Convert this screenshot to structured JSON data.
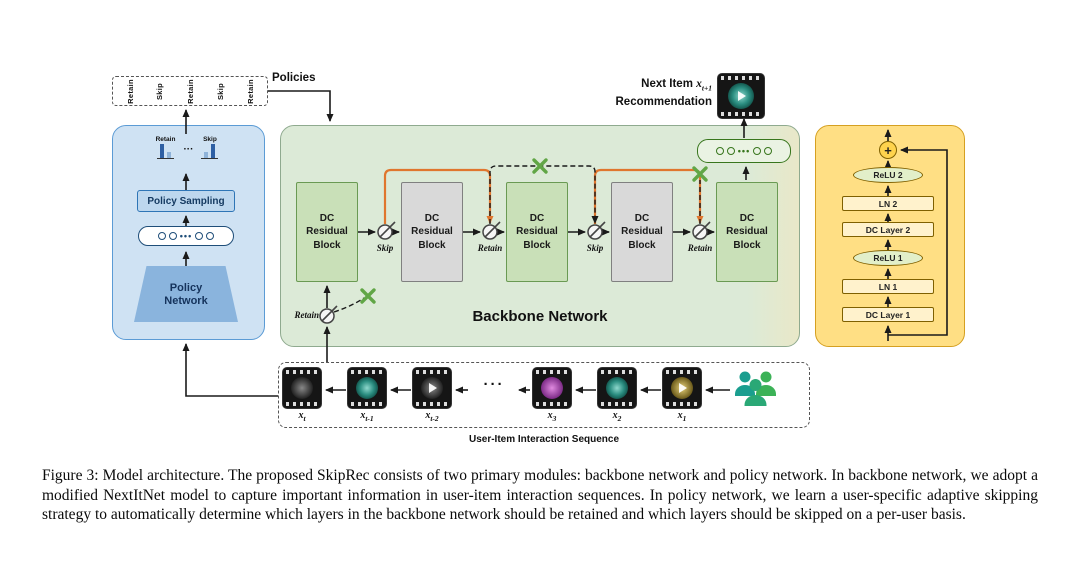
{
  "policies": {
    "title": "Policies",
    "labels": [
      "Retain",
      "Skip",
      "Retain",
      "Skip",
      "Retain"
    ]
  },
  "policy_module": {
    "chart_left_label": "Retain",
    "chart_right_label": "Skip",
    "charts_dots": "···",
    "sampling_label": "Policy Sampling",
    "embedding_dots": "•••",
    "network_line1": "Policy",
    "network_line2": "Network"
  },
  "backbone": {
    "title": "Backbone Network",
    "block_lines": [
      "DC",
      "Residual",
      "Block"
    ],
    "gates": {
      "input": "Retain",
      "g1": "Skip",
      "g2": "Retain",
      "g3": "Skip",
      "g4": "Retain"
    },
    "output_dots": "•••"
  },
  "next_item": {
    "prefix": "Next Item",
    "var_base": "x",
    "var_sub": "t+1",
    "line2": "Recommendation"
  },
  "residual_detail": {
    "plus": "+",
    "items": [
      "ReLU 2",
      "LN 2",
      "DC Layer 2",
      "ReLU 1",
      "LN 1",
      "DC Layer 1"
    ]
  },
  "sequence": {
    "dots": "···",
    "labels": [
      {
        "base": "x",
        "sub": "t"
      },
      {
        "base": "x",
        "sub": "t-1"
      },
      {
        "base": "x",
        "sub": "t-2"
      },
      {
        "base": "x",
        "sub": "3"
      },
      {
        "base": "x",
        "sub": "2"
      },
      {
        "base": "x",
        "sub": "1"
      }
    ],
    "caption": "User-Item Interaction Sequence"
  },
  "caption": "Figure 3: Model architecture. The proposed SkipRec consists of two primary modules: backbone network and policy network. In backbone network, we adopt a modified NextItNet model to capture important information in user-item interaction sequences. In policy network, we learn a user-specific adaptive skipping strategy to automatically determine which layers in the backbone network should be retained and which layers should be skipped on a per-user basis."
}
